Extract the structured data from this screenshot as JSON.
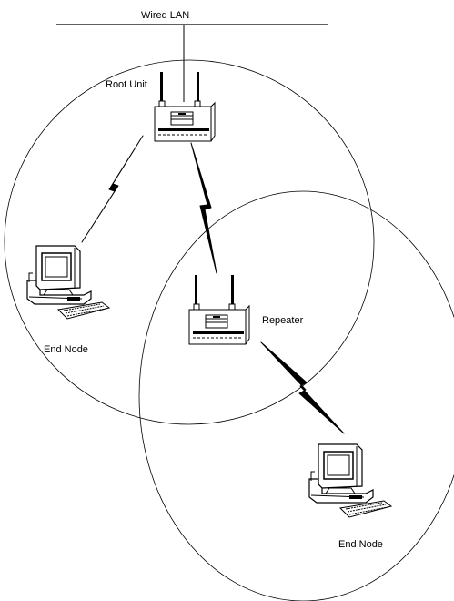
{
  "labels": {
    "wired_lan": "Wired LAN",
    "root_unit": "Root Unit",
    "repeater": "Repeater",
    "end_node_1": "End Node",
    "end_node_2": "End Node"
  }
}
